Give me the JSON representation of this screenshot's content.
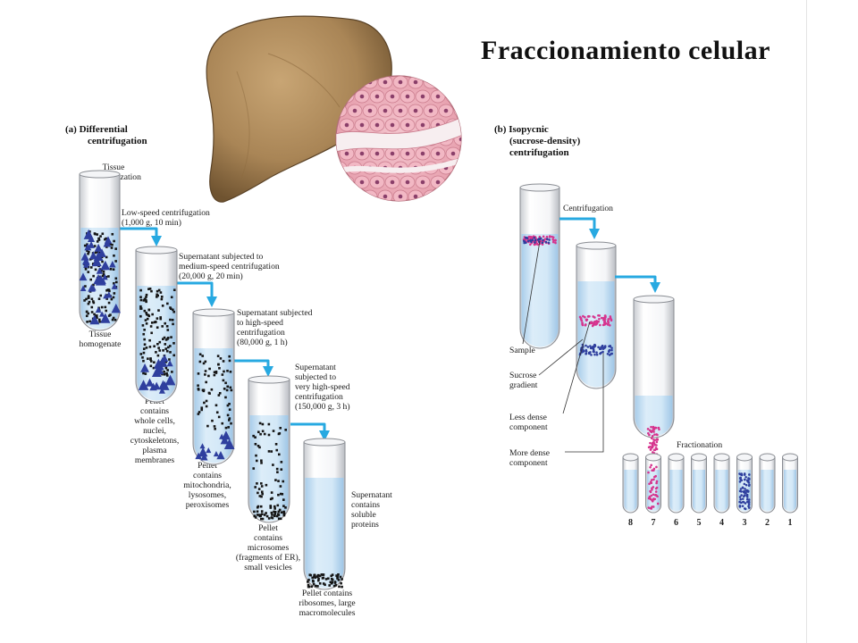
{
  "title": "Fraccionamiento celular",
  "panel_a": {
    "header": [
      "(a)  Differential",
      "centrifugation"
    ],
    "tissue_homogenization": [
      "Tissue",
      "homogenization"
    ],
    "tissue_homogenate": [
      "Tissue",
      "homogenate"
    ],
    "step1": [
      "Low-speed centrifugation",
      "(1,000 g, 10 min)"
    ],
    "step2": [
      "Supernatant subjected to",
      "medium-speed centrifugation",
      "(20,000 g, 20 min)"
    ],
    "step3": [
      "Supernatant subjected",
      "to high-speed",
      "centrifugation",
      "(80,000 g, 1 h)"
    ],
    "step4": [
      "Supernatant",
      "subjected to",
      "very high-speed",
      "centrifugation",
      "(150,000 g, 3 h)"
    ],
    "pellet1": [
      "Pellet",
      "contains",
      "whole cells,",
      "nuclei,",
      "cytoskeletons,",
      "plasma",
      "membranes"
    ],
    "pellet2": [
      "Pellet",
      "contains",
      "mitochondria,",
      "lysosomes,",
      "peroxisomes"
    ],
    "pellet3": [
      "Pellet",
      "contains",
      "microsomes",
      "(fragments of ER),",
      "small vesicles"
    ],
    "pellet4": [
      "Pellet contains",
      "ribosomes, large",
      "macromolecules"
    ],
    "supernatant_final": [
      "Supernatant",
      "contains",
      "soluble",
      "proteins"
    ]
  },
  "panel_b": {
    "header": [
      "(b)  Isopycnic",
      "(sucrose-density)",
      "centrifugation"
    ],
    "centrifugation": "Centrifugation",
    "sample": "Sample",
    "sucrose_gradient": [
      "Sucrose",
      "gradient"
    ],
    "less_dense": [
      "Less dense",
      "component"
    ],
    "more_dense": [
      "More dense",
      "component"
    ],
    "fractionation": "Fractionation",
    "fractions": [
      "8",
      "7",
      "6",
      "5",
      "4",
      "3",
      "2",
      "1"
    ]
  },
  "colors": {
    "arrow": "#27a9e1",
    "liquid": "#cfe6f7",
    "pellet_blue": "#2f3f9e",
    "pink_band": "#d6348e",
    "liver": "#9c7a4a"
  }
}
